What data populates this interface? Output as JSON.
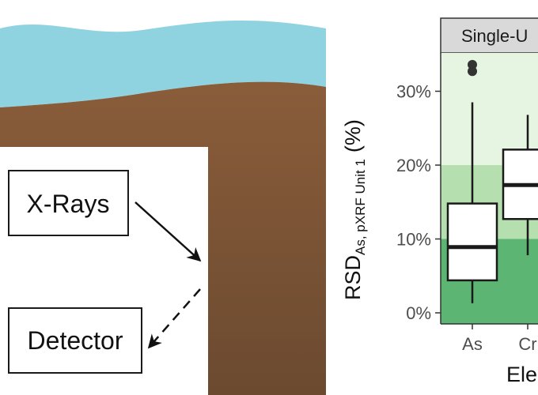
{
  "colors": {
    "water": "#8fd3e0",
    "soil_top": "#8a5d3a",
    "soil_bottom": "#6b4a30",
    "band_low": "#5cb573",
    "band_mid": "#b6dfb0",
    "band_high": "#e6f5e1",
    "strip_bg": "#d9d9d9"
  },
  "diagram": {
    "xray_label": "X-Rays",
    "detector_label": "Detector"
  },
  "chart_data": {
    "type": "boxplot",
    "panel_title": "Single-U",
    "ylabel_main": "RSD",
    "ylabel_sub": "As, pXRF Unit 1",
    "ylabel_unit": "(%)",
    "xlabel": "Ele",
    "ylim": [
      0,
      36
    ],
    "yticks": [
      0,
      10,
      20,
      30
    ],
    "ytick_labels": [
      "0%",
      "10%",
      "20%",
      "30%"
    ],
    "bands": [
      {
        "from": 0,
        "to": 10,
        "color_key": "band_low"
      },
      {
        "from": 10,
        "to": 20,
        "color_key": "band_mid"
      },
      {
        "from": 20,
        "to": 36,
        "color_key": "band_high"
      }
    ],
    "categories": [
      "As",
      "Cr"
    ],
    "boxes": [
      {
        "category": "As",
        "min": 1.3,
        "q1": 4.4,
        "median": 8.9,
        "q3": 14.8,
        "max": 28.5,
        "outliers": [
          32.7,
          33.6
        ]
      },
      {
        "category": "Cr",
        "min": 7.8,
        "q1": 12.7,
        "median": 17.3,
        "q3": 22.1,
        "max": 26.8,
        "outliers": []
      }
    ]
  }
}
